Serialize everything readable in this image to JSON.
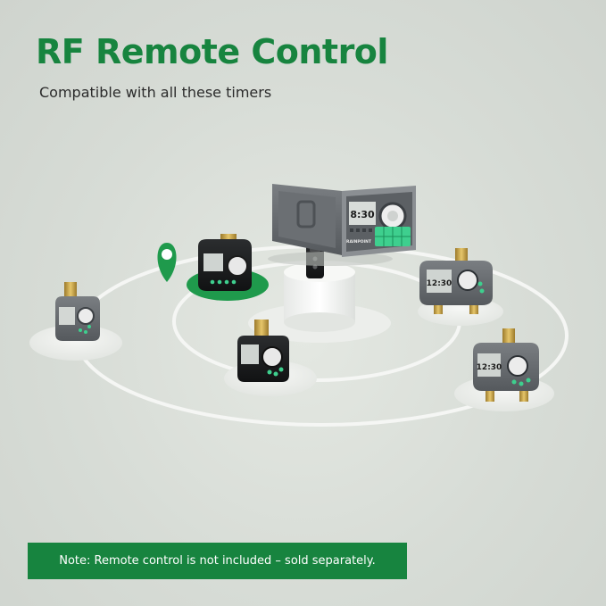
{
  "header": {
    "title": "RF Remote Control",
    "subtitle": "Compatible with all these timers"
  },
  "controller": {
    "display_time": "8:30",
    "brand": "RAINPOINT"
  },
  "timers": {
    "right_top_time": "12:30",
    "right_bottom_time": "12:30"
  },
  "footer": {
    "note": "Note: Remote control is not included – sold separately."
  },
  "colors": {
    "brand_green": "#17843f",
    "display_green": "#3ecf8e",
    "pin_green": "#1f9a4c"
  },
  "icons": {
    "location": "location-pin-icon",
    "signal": "wifi-signal-icon"
  }
}
